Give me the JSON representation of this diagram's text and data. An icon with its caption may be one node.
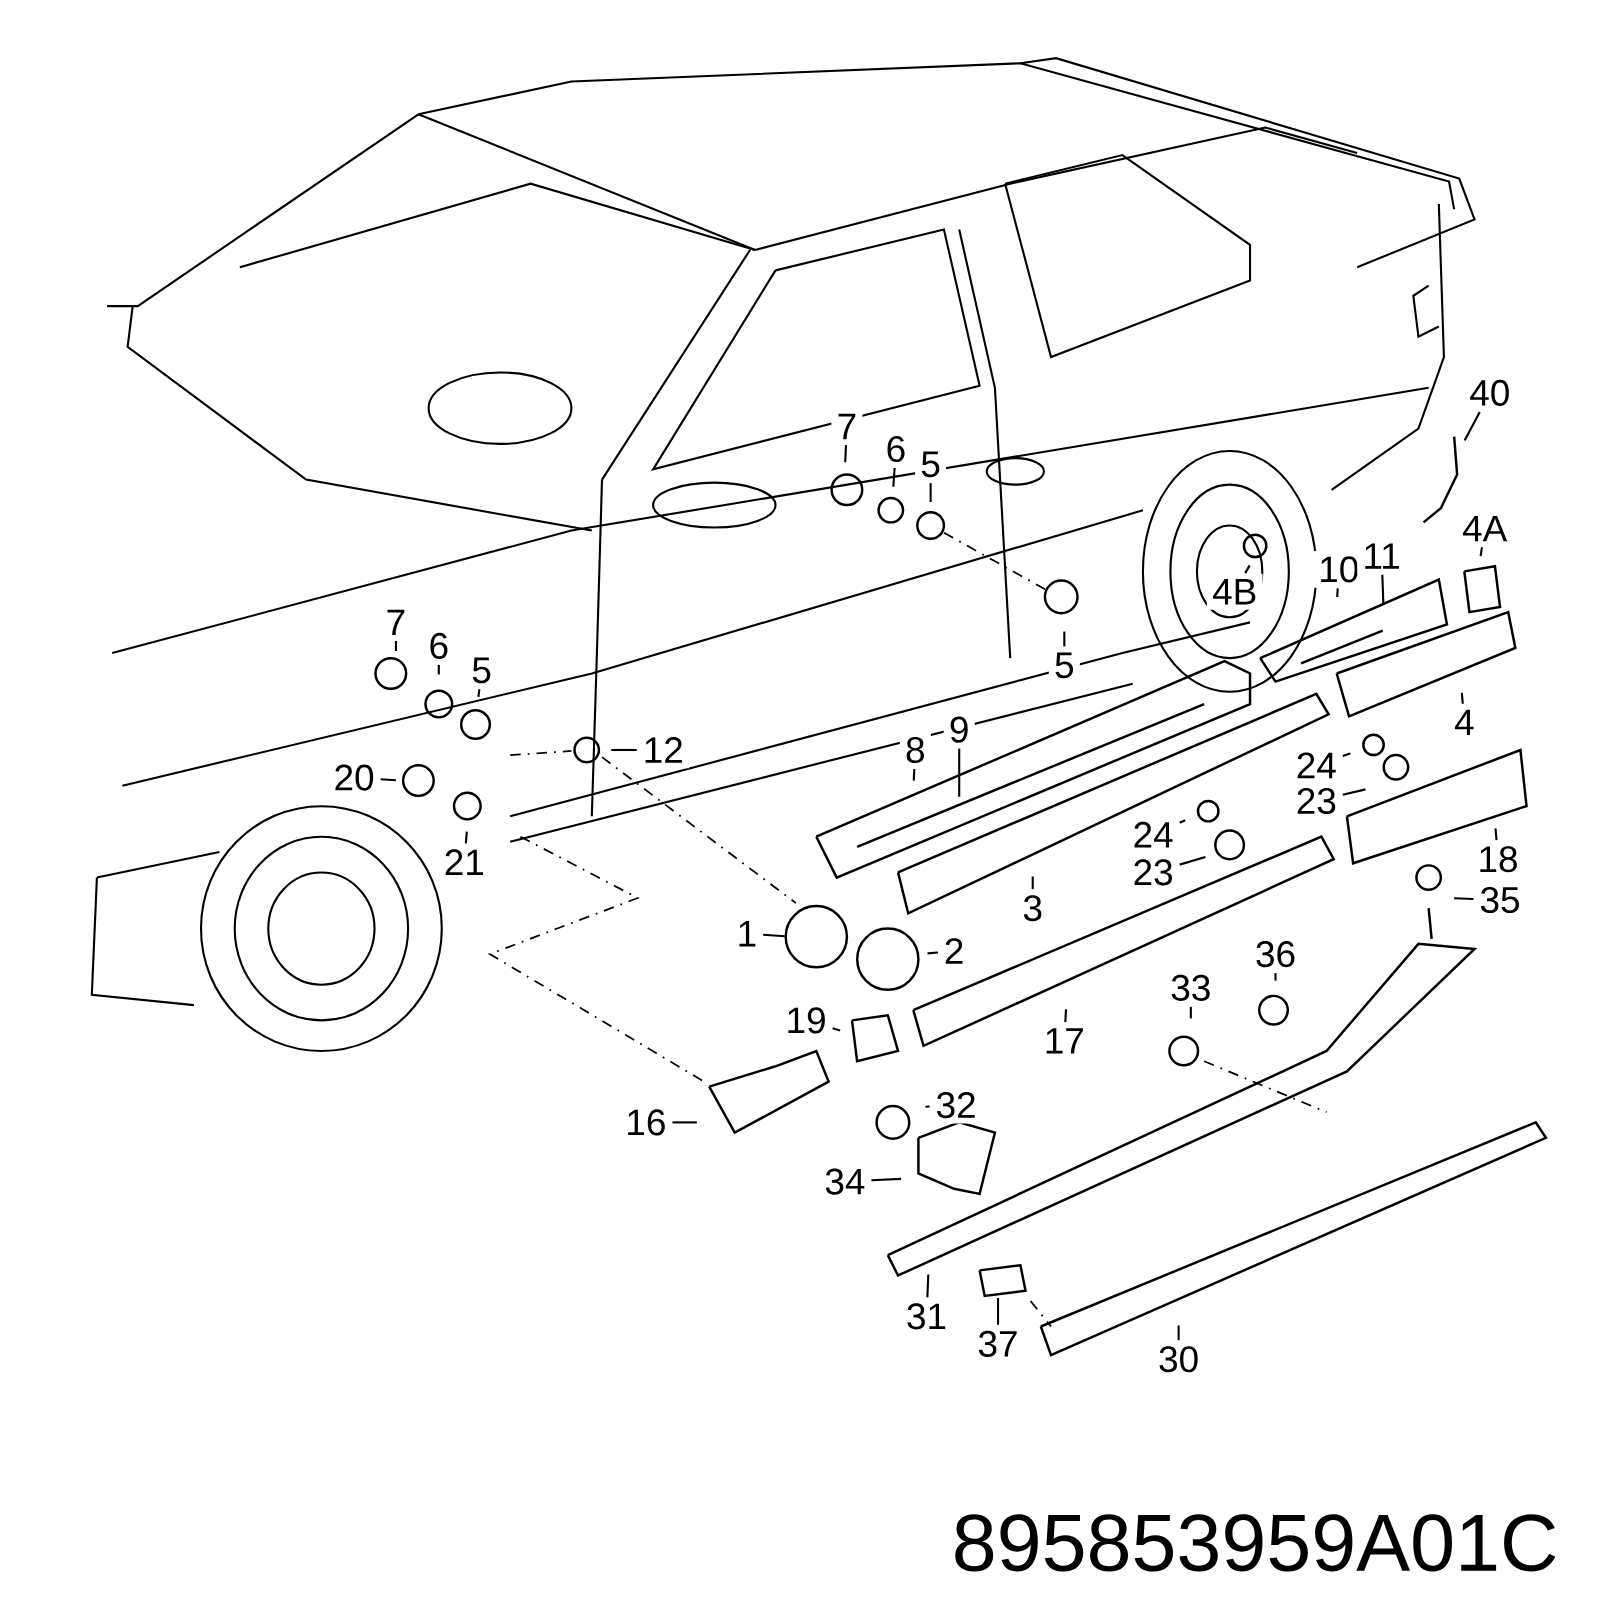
{
  "diagram": {
    "nodes": [
      {
        "text": [
          "40"
        ]
      },
      {
        "text": [
          "7"
        ]
      },
      {
        "text": [
          "6"
        ]
      },
      {
        "text": [
          "5"
        ]
      },
      {
        "text": [
          "4A"
        ]
      },
      {
        "text": [
          "10"
        ]
      },
      {
        "text": [
          "11"
        ]
      },
      {
        "text": [
          "4B"
        ]
      },
      {
        "text": [
          "7"
        ]
      },
      {
        "text": [
          "6"
        ]
      },
      {
        "text": [
          "5"
        ]
      },
      {
        "text": [
          "5"
        ]
      },
      {
        "text": [
          "4"
        ]
      },
      {
        "text": [
          "9"
        ]
      },
      {
        "text": [
          "8"
        ]
      },
      {
        "text": [
          "12"
        ]
      },
      {
        "text": [
          "24"
        ]
      },
      {
        "text": [
          "20"
        ]
      },
      {
        "text": [
          "23"
        ]
      },
      {
        "text": [
          "24"
        ]
      },
      {
        "text": [
          "18"
        ]
      },
      {
        "text": [
          "21"
        ]
      },
      {
        "text": [
          "23"
        ]
      },
      {
        "text": [
          "35"
        ]
      },
      {
        "text": [
          "3"
        ]
      },
      {
        "text": [
          "1"
        ]
      },
      {
        "text": [
          "2"
        ]
      },
      {
        "text": [
          "36"
        ]
      },
      {
        "text": [
          "33"
        ]
      },
      {
        "text": [
          "19"
        ]
      },
      {
        "text": [
          "17"
        ]
      },
      {
        "text": [
          "32"
        ]
      },
      {
        "text": [
          "16"
        ]
      },
      {
        "text": [
          "34"
        ]
      },
      {
        "text": [
          "31"
        ]
      },
      {
        "text": [
          "37"
        ]
      },
      {
        "text": [
          "30"
        ]
      }
    ],
    "edges": [
      {
        "from": 0,
        "to": null,
        "arrow": "none"
      },
      {
        "from": 1,
        "to": null,
        "arrow": "none"
      },
      {
        "from": 2,
        "to": null,
        "arrow": "none"
      },
      {
        "from": 3,
        "to": null,
        "arrow": "none"
      },
      {
        "from": 4,
        "to": null,
        "arrow": "none"
      },
      {
        "from": 5,
        "to": null,
        "arrow": "none"
      },
      {
        "from": 6,
        "to": null,
        "arrow": "none"
      },
      {
        "from": 7,
        "to": null,
        "arrow": "none"
      },
      {
        "from": 8,
        "to": null,
        "arrow": "none"
      },
      {
        "from": 9,
        "to": null,
        "arrow": "none"
      },
      {
        "from": 10,
        "to": null,
        "arrow": "none"
      },
      {
        "from": 11,
        "to": null,
        "arrow": "none"
      },
      {
        "from": 12,
        "to": null,
        "arrow": "none"
      },
      {
        "from": 13,
        "to": null,
        "arrow": "none"
      },
      {
        "from": 14,
        "to": null,
        "arrow": "none"
      },
      {
        "from": 15,
        "to": null,
        "arrow": "none"
      },
      {
        "from": 16,
        "to": null,
        "arrow": "none"
      },
      {
        "from": 17,
        "to": null,
        "arrow": "none"
      },
      {
        "from": 18,
        "to": null,
        "arrow": "none"
      },
      {
        "from": 19,
        "to": null,
        "arrow": "none"
      },
      {
        "from": 20,
        "to": null,
        "arrow": "none"
      },
      {
        "from": 21,
        "to": null,
        "arrow": "none"
      },
      {
        "from": 22,
        "to": null,
        "arrow": "none"
      },
      {
        "from": 23,
        "to": null,
        "arrow": "none"
      },
      {
        "from": 24,
        "to": null,
        "arrow": "none"
      },
      {
        "from": 25,
        "to": null,
        "arrow": "none"
      },
      {
        "from": 26,
        "to": null,
        "arrow": "none"
      },
      {
        "from": 27,
        "to": null,
        "arrow": "none"
      },
      {
        "from": 28,
        "to": null,
        "arrow": "none"
      },
      {
        "from": 29,
        "to": null,
        "arrow": "none"
      },
      {
        "from": 30,
        "to": null,
        "arrow": "none"
      },
      {
        "from": 31,
        "to": null,
        "arrow": "none"
      },
      {
        "from": 32,
        "to": null,
        "arrow": "none"
      },
      {
        "from": 33,
        "to": null,
        "arrow": "none"
      },
      {
        "from": 34,
        "to": null,
        "arrow": "none"
      },
      {
        "from": 35,
        "to": null,
        "arrow": "none"
      },
      {
        "from": 36,
        "to": null,
        "arrow": "none"
      }
    ],
    "labels": [
      "895853959A01C"
    ]
  }
}
